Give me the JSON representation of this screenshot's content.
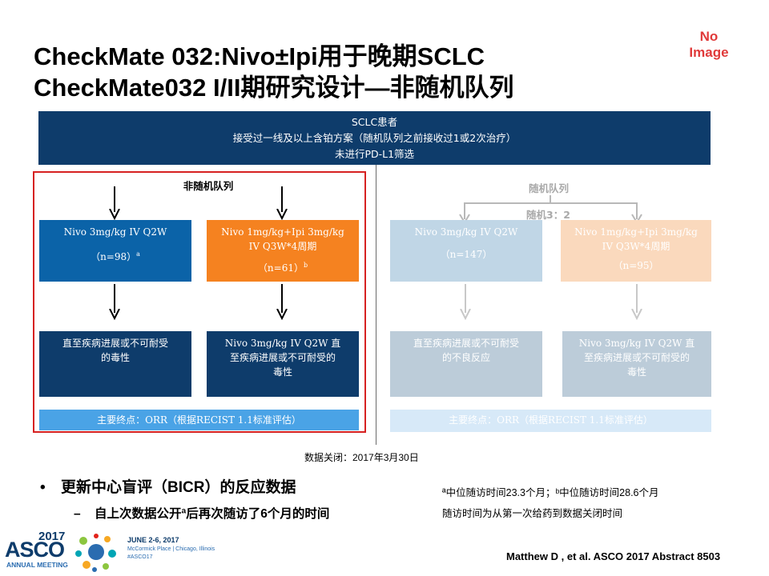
{
  "title": {
    "line1": "CheckMate 032:Nivo±Ipi用于晚期SCLC",
    "line2": "CheckMate032 I/II期研究设计—非随机队列"
  },
  "no_image": {
    "line1": "No",
    "line2": "Image"
  },
  "top_box": {
    "line1": "SCLC患者",
    "line2": "接受过一线及以上含铂方案（随机队列之前接收过1或2次治疗）",
    "line3": "未进行PD-L1筛选"
  },
  "nonrandom": {
    "label": "非随机队列",
    "box1": {
      "line1": "Nivo 3mg/kg IV Q2W",
      "n": "（n=98）",
      "sup": "a"
    },
    "box2": {
      "line1": "Nivo 1mg/kg+Ipi 3mg/kg",
      "line2": "IV Q3W*4周期",
      "n": "（n=61）",
      "sup": "b"
    },
    "box3": {
      "line1": "直至疾病进展或不可耐受",
      "line2": "的毒性"
    },
    "box4": {
      "line1": "Nivo 3mg/kg IV Q2W 直",
      "line2": "至疾病进展或不可耐受的",
      "line3": "毒性"
    },
    "endpoint": "主要终点：ORR（根据RECIST 1.1标准评估）"
  },
  "random": {
    "label": "随机队列",
    "ratio": "随机3：2",
    "box1": {
      "line1": "Nivo 3mg/kg IV Q2W",
      "n": "（n=147）"
    },
    "box2": {
      "line1": "Nivo 1mg/kg+Ipi 3mg/kg",
      "line2": "IV Q3W*4周期",
      "n": "（n=95）"
    },
    "box3": {
      "line1": "直至疾病进展或不可耐受",
      "line2": "的不良反应"
    },
    "box4": {
      "line1": "Nivo 3mg/kg IV Q2W 直",
      "line2": "至疾病进展或不可耐受的",
      "line3": "毒性"
    },
    "endpoint": "主要终点：ORR（根据RECIST 1.1标准评估）"
  },
  "data_lock": "数据关闭：2017年3月30日",
  "bullet": {
    "dot": "•",
    "text": "更新中心盲评（BICR）的反应数据"
  },
  "sub_bullet": {
    "dash": "–",
    "text": "自上次数据公开ª后再次随访了6个月的时间"
  },
  "footnotes": {
    "line1": "ª中位随访时间23.3个月；ᵇ中位随访时间28.6个月",
    "line2": "随访时间为从第一次给药到数据关闭时间"
  },
  "citation": "Matthew D , et al.  ASCO  2017 Abstract 8503",
  "asco": {
    "year": "2017",
    "name": "ASCO",
    "meeting": "ANNUAL MEETING",
    "dates": "JUNE 2-6, 2017",
    "place": "McCormick Place | Chicago, Illinois",
    "tag": "#ASCO17"
  },
  "colors": {
    "dark_navy": "#0e3c6b",
    "blue": "#0b63a8",
    "orange": "#f58220",
    "light_blue_box": "#c0d6e6",
    "light_orange_box": "#fad9bd",
    "light_navy_box": "#bcccd9",
    "endpoint_blue": "#4aa3e6",
    "endpoint_light": "#d7e9f8",
    "red_frame": "#d62121"
  }
}
